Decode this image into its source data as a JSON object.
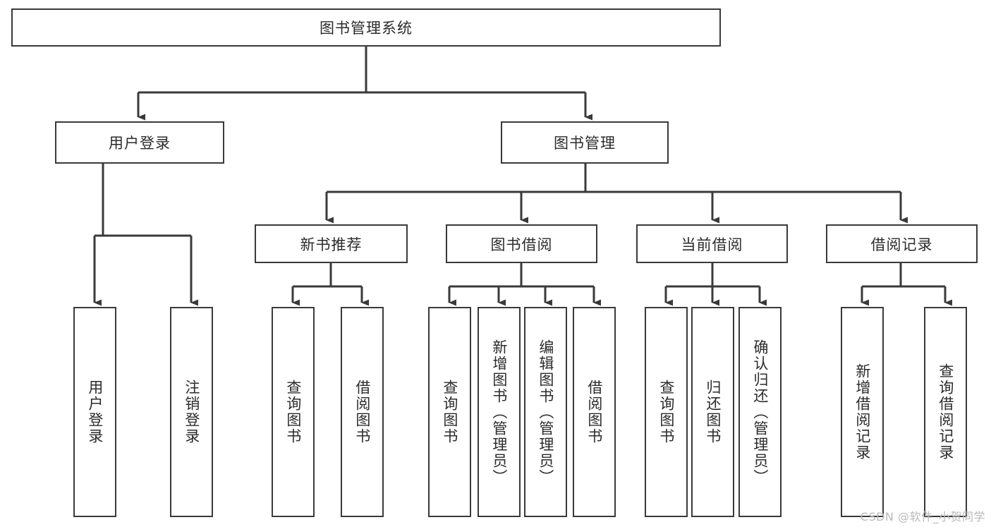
{
  "diagram": {
    "type": "tree",
    "title": "图书管理系统",
    "root": {
      "id": "root",
      "label": "图书管理系统"
    },
    "level1": [
      {
        "id": "user-login",
        "label": "用户登录"
      },
      {
        "id": "book-manage",
        "label": "图书管理"
      }
    ],
    "level2": [
      {
        "id": "new-book-recommend",
        "label": "新书推荐"
      },
      {
        "id": "book-borrow",
        "label": "图书借阅"
      },
      {
        "id": "current-borrow",
        "label": "当前借阅"
      },
      {
        "id": "borrow-record",
        "label": "借阅记录"
      }
    ],
    "leaves": {
      "user_login": [
        {
          "id": "leaf-user-login",
          "label": "用户登录"
        },
        {
          "id": "leaf-logout",
          "label": "注销登录"
        }
      ],
      "new_book_recommend": [
        {
          "id": "leaf-query-book-1",
          "label": "查询图书"
        },
        {
          "id": "leaf-borrow-book-1",
          "label": "借阅图书"
        }
      ],
      "book_borrow": [
        {
          "id": "leaf-query-book-2",
          "label": "查询图书"
        },
        {
          "id": "leaf-add-book",
          "label": "新增图书（管理员）"
        },
        {
          "id": "leaf-edit-book",
          "label": "编辑图书（管理员）"
        },
        {
          "id": "leaf-borrow-book-2",
          "label": "借阅图书"
        }
      ],
      "current_borrow": [
        {
          "id": "leaf-query-book-3",
          "label": "查询图书"
        },
        {
          "id": "leaf-return-book",
          "label": "归还图书"
        },
        {
          "id": "leaf-confirm-return",
          "label": "确认归还（管理员）"
        }
      ],
      "borrow_record": [
        {
          "id": "leaf-add-record",
          "label": "新增借阅记录"
        },
        {
          "id": "leaf-query-record",
          "label": "查询借阅记录"
        }
      ]
    }
  },
  "watermark": {
    "text": "CSDN @软件_小贺同学"
  },
  "colors": {
    "stroke": "#3a3a3a",
    "background": "#ffffff",
    "text": "#2b2b2b",
    "watermark": "#b9b9b9"
  }
}
